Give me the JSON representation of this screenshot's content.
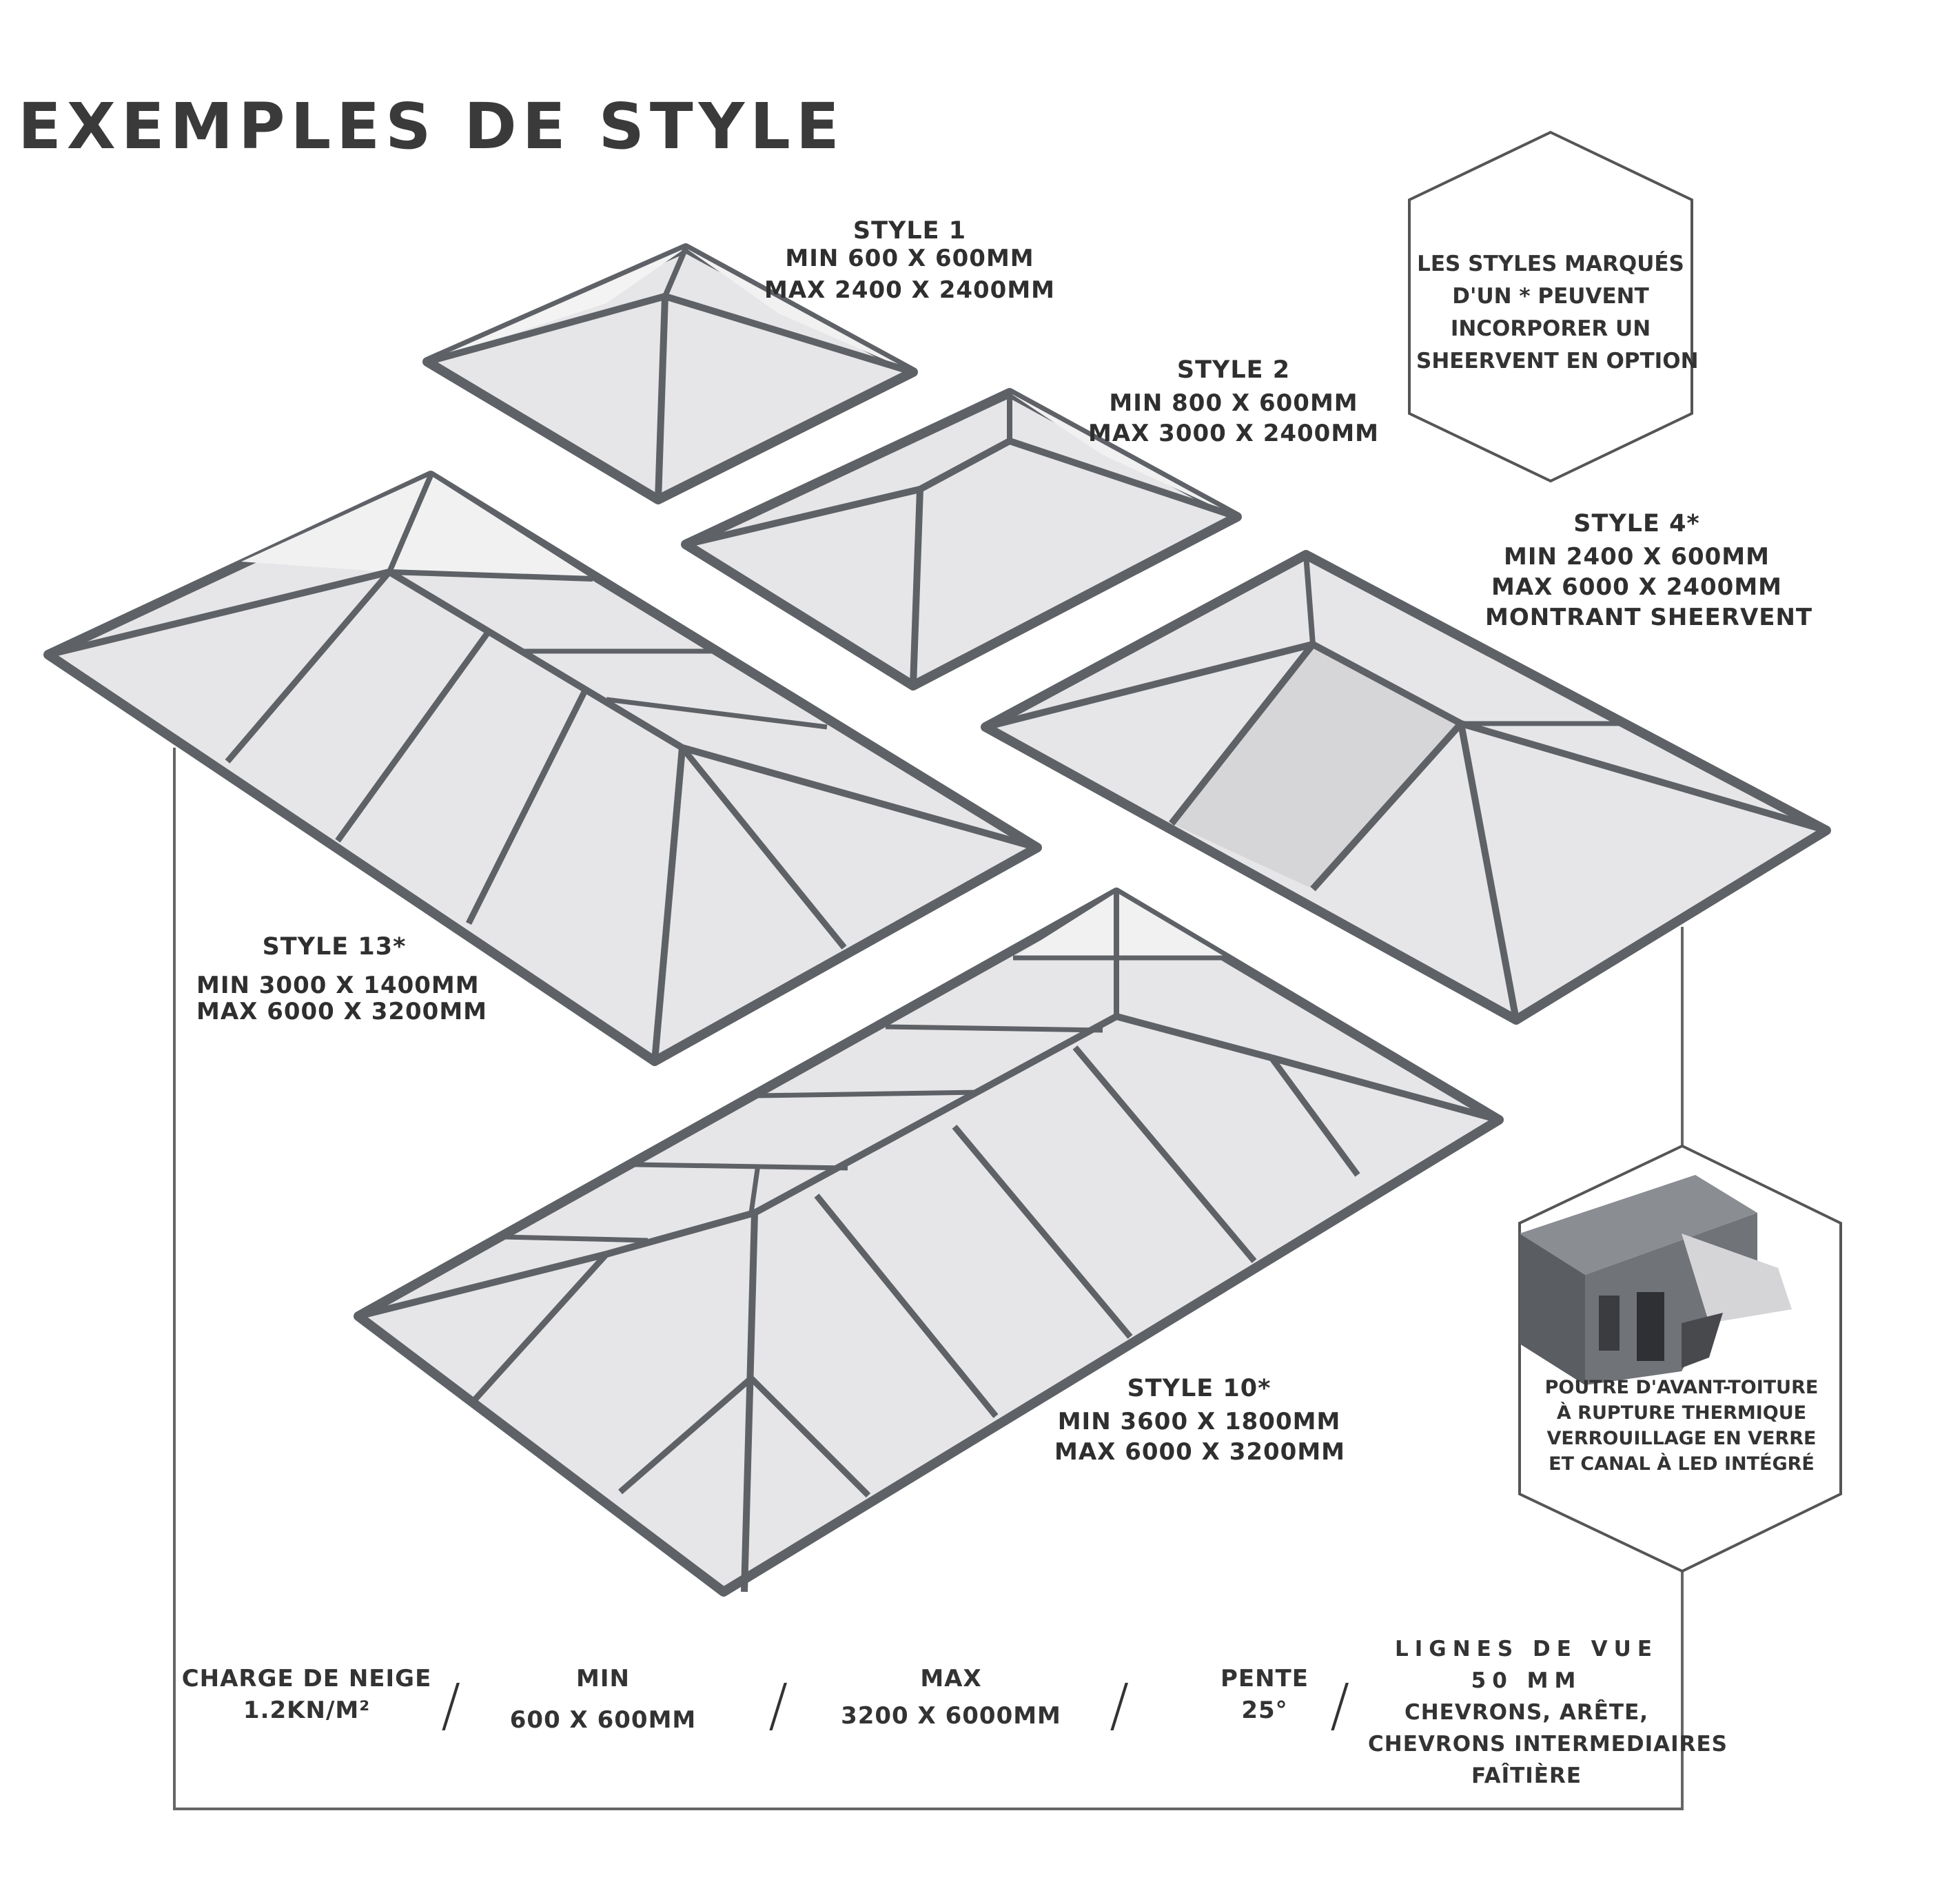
{
  "title": "EXEMPLES DE STYLE",
  "note": {
    "lines": [
      "LES STYLES MARQUÉS",
      "D'UN * PEUVENT",
      "INCORPORER UN",
      "SHEERVENT EN OPTION"
    ]
  },
  "styles": {
    "s1": {
      "name": "STYLE 1",
      "min": "MIN 600 X 600MM",
      "max": "MAX 2400 X 2400MM"
    },
    "s2": {
      "name": "STYLE 2",
      "min": "MIN 800 X 600MM",
      "max": "MAX 3000 X 2400MM"
    },
    "s4": {
      "name": "STYLE 4*",
      "min": "MIN 2400 X 600MM",
      "max": "MAX 6000 X 2400MM",
      "extra": "MONTRANT SHEERVENT"
    },
    "s13": {
      "name": "STYLE 13*",
      "min": "MIN 3000 X 1400MM",
      "max": "MAX 6000 X 3200MM"
    },
    "s10": {
      "name": "STYLE 10*",
      "min": "MIN 3600 X 1800MM",
      "max": "MAX 6000 X 3200MM"
    }
  },
  "beam": {
    "lines": [
      "POUTRE D'AVANT-TOITURE",
      "À RUPTURE THERMIQUE",
      "VERROUILLAGE EN VERRE",
      "ET CANAL À LED INTÉGRÉ"
    ]
  },
  "specs": {
    "snow": {
      "label": "CHARGE DE NEIGE",
      "value": "1.2KN/M²"
    },
    "min": {
      "label": "MIN",
      "value": "600 X 600MM"
    },
    "max": {
      "label": "MAX",
      "value": "3200 X 6000MM"
    },
    "pitch": {
      "label": "PENTE",
      "value": "25°"
    },
    "sightlines": {
      "label": "LIGNES DE VUE",
      "value": "50 MM",
      "line1": "CHEVRONS, ARÊTE,",
      "line2": "CHEVRONS INTERMEDIAIRES",
      "line3": "FAÎTIÈRE"
    }
  },
  "colors": {
    "frame": "#5e6166",
    "glass": "#e6e6e8",
    "glass_light": "#f1f1f2",
    "outline": "#6e6e6e"
  }
}
